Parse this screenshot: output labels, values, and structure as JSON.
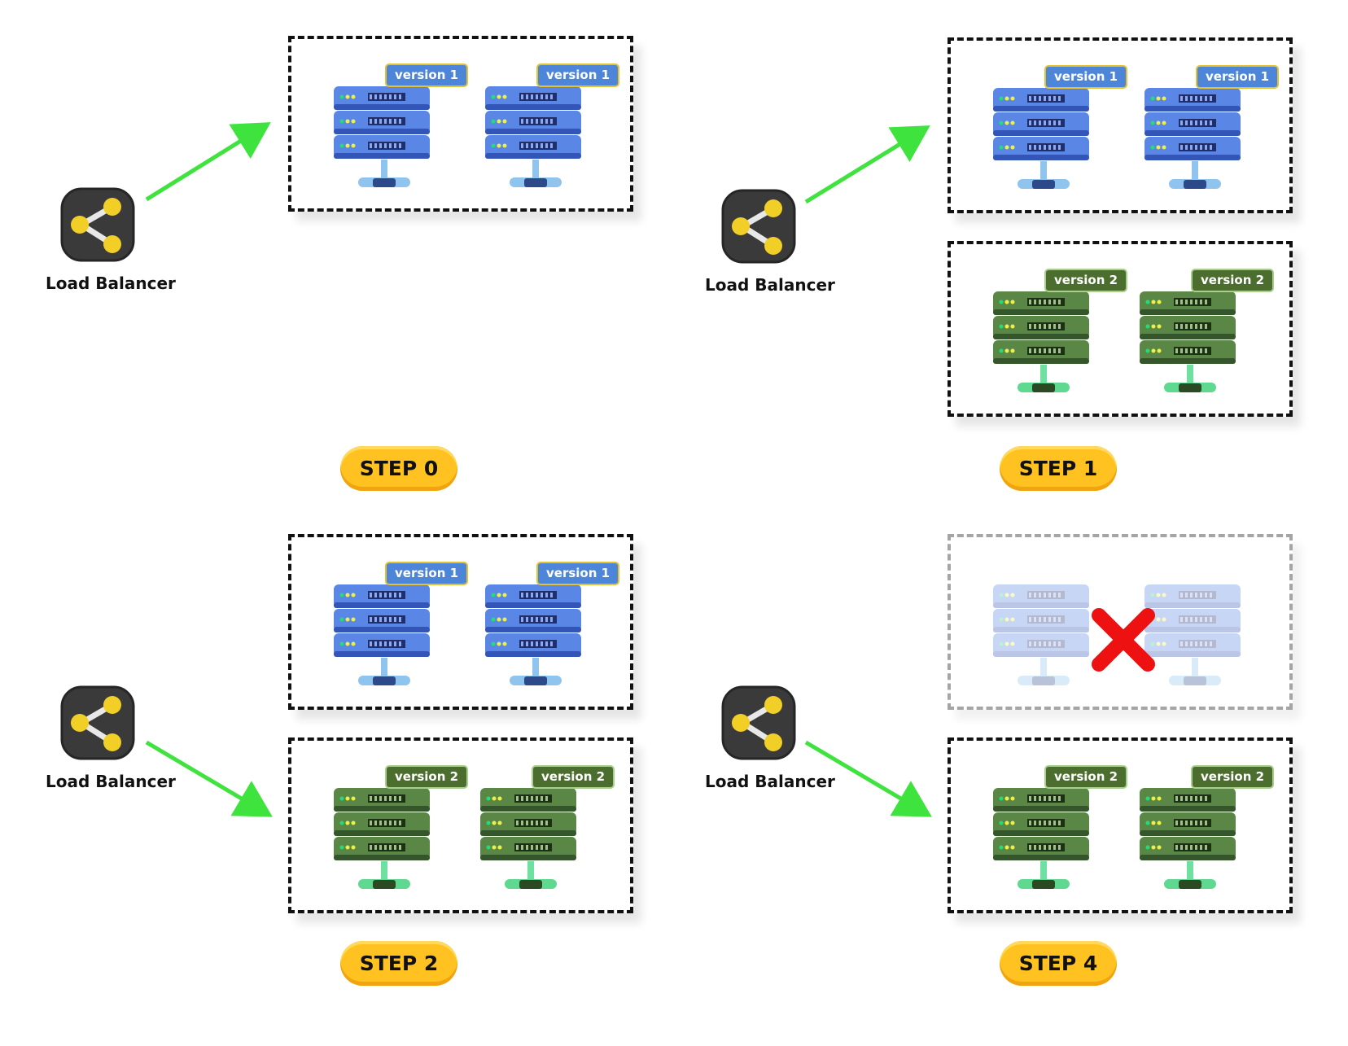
{
  "load_balancer_label": "Load Balancer",
  "version_labels": {
    "v1": "version 1",
    "v2": "version 2"
  },
  "steps": [
    {
      "id": "step0",
      "label": "STEP 0"
    },
    {
      "id": "step1",
      "label": "STEP 1"
    },
    {
      "id": "step2",
      "label": "STEP 2"
    },
    {
      "id": "step4",
      "label": "STEP 4"
    }
  ],
  "colors": {
    "v1_server": "#4d7fe0",
    "v2_server": "#4e7a3a",
    "arrow": "#3ee33e",
    "step_badge": "#ffc220",
    "remove_x": "#ee1111",
    "lb_icon_bg": "#3a3a3a",
    "lb_icon_node": "#f2cf27"
  },
  "icons": [
    "load-balancer-icon",
    "server-icon",
    "remove-x-icon",
    "arrow-icon"
  ]
}
